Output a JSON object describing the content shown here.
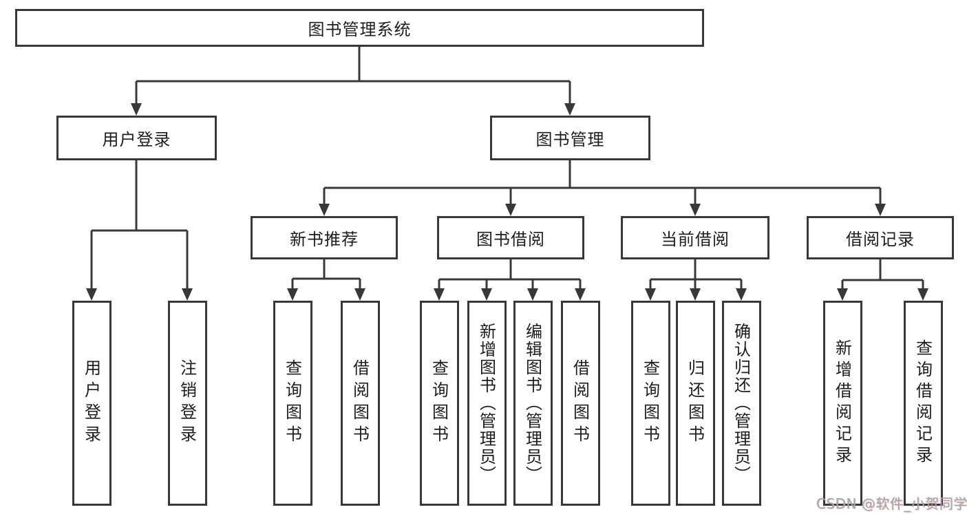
{
  "page": {
    "watermark": "CSDN @软件_小贺同学"
  },
  "colors": {
    "background": "#ffffff",
    "line": "#383838",
    "box_border": "#383838",
    "text": "#1d1d1d",
    "watermark": "#a6a6a6"
  },
  "diagram": {
    "type": "hierarchy-tree",
    "root": {
      "label": "图书管理系统"
    },
    "branches": [
      {
        "label": "用户登录",
        "leaves": [
          {
            "label": "用户登录"
          },
          {
            "label": "注销登录"
          }
        ]
      },
      {
        "label": "图书管理",
        "groups": [
          {
            "label": "新书推荐",
            "leaves": [
              {
                "label": "查询图书"
              },
              {
                "label": "借阅图书"
              }
            ]
          },
          {
            "label": "图书借阅",
            "leaves": [
              {
                "label": "查询图书"
              },
              {
                "label": "新增图书（管理员）"
              },
              {
                "label": "编辑图书（管理员）"
              },
              {
                "label": "借阅图书"
              }
            ]
          },
          {
            "label": "当前借阅",
            "leaves": [
              {
                "label": "查询图书"
              },
              {
                "label": "归还图书"
              },
              {
                "label": "确认归还（管理员）"
              }
            ]
          },
          {
            "label": "借阅记录",
            "leaves": [
              {
                "label": "新增借阅记录"
              },
              {
                "label": "查询借阅记录"
              }
            ]
          }
        ]
      }
    ]
  }
}
